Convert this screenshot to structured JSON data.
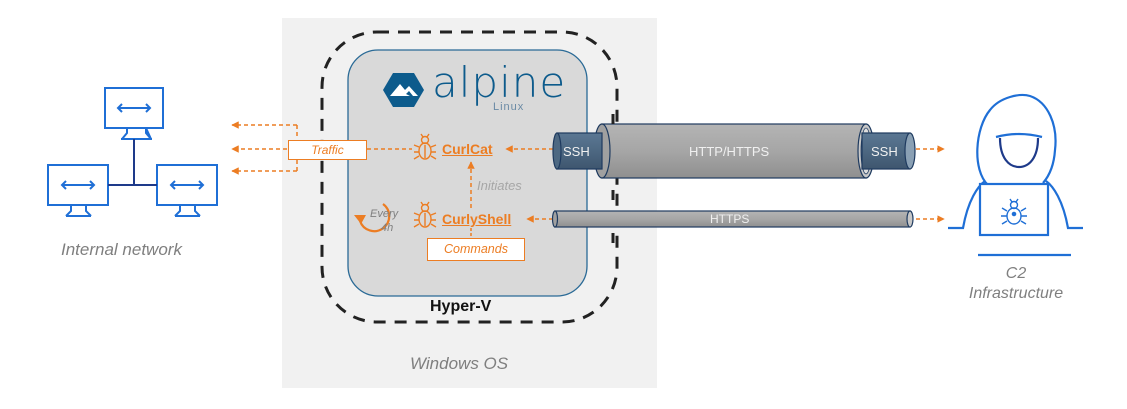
{
  "colors": {
    "accent_orange": "#ec7d23",
    "network_blue": "#1f6fd6",
    "alpine_blue": "#0d5b8c",
    "pipe_gray": "#a6a6a6",
    "ssh_slate": "#4d6882",
    "windows_bg": "#f1f1f1",
    "alpine_bg": "#d9d9d9"
  },
  "internal_network": {
    "label": "Internal network",
    "icon": "network-computers-icon"
  },
  "windows": {
    "label": "Windows OS"
  },
  "hyperv": {
    "label": "Hyper-V"
  },
  "alpine": {
    "logo_word": "alpine",
    "logo_sub": "Linux",
    "icon": "alpine-mountain-hexagon-icon"
  },
  "malware": {
    "curlcat": {
      "name": "CurlCat",
      "icon": "bug-icon"
    },
    "curlyshell": {
      "name": "CurlyShell",
      "icon": "bug-icon"
    },
    "initiates": "Initiates",
    "every": "Every",
    "interval": "4h",
    "commands": "Commands",
    "traffic": "Traffic"
  },
  "tunnels": {
    "ssh_left": "SSH",
    "http": "HTTP/HTTPS",
    "ssh_right": "SSH",
    "https": "HTTPS"
  },
  "c2": {
    "line1": "C2",
    "line2": "Infrastructure",
    "icon": "hooded-hacker-icon"
  }
}
